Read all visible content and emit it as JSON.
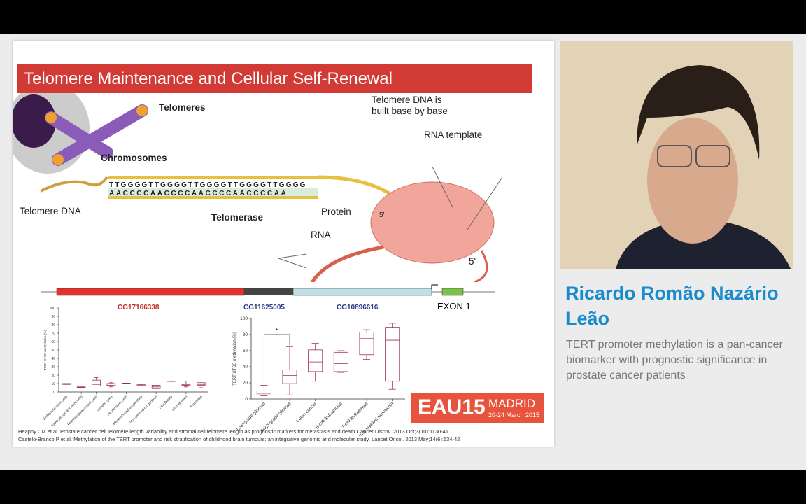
{
  "slide": {
    "title": "Telomere Maintenance and Cellular Self-Renewal",
    "labels": {
      "telomeres": "Telomeres",
      "chromosomes": "Chromosomes",
      "telomere_dna": "Telomere DNA",
      "telomere_dna_built": "Telomere DNA is",
      "telomere_dna_built2": "built base by base",
      "rna_template": "RNA template",
      "telomerase": "Telomerase",
      "protein": "Protein",
      "rna": "RNA",
      "five_prime": "5'",
      "five_prime2": "5'"
    },
    "sequence_top": "TTGGGGTTGGGGTTGGGGTTGGGGTTGGGG",
    "sequence_bottom": "AACCCCAACCCCAACCCCAACCCCAA",
    "gene_labels": {
      "exon": "EXON 1",
      "cg1": "CG17166338",
      "cg2": "CG11625005",
      "cg3": "CG10896616"
    },
    "logo": {
      "text": "EAU15",
      "city": "MADRID",
      "dates": "20-24 March 2015"
    },
    "references": [
      "Heaphy CM et al. Prostate cancer cell telomere length variability and stromal cell telomere length as prognostic markers for metastasis and death.Cancer Discov. 2013 Oct;3(10):1130-41",
      "Castelo-Branco P et al. Methylation of the TERT promoter and risk stratification of childhood brain tumours: an integrative genomic and molecular study. Lancet Oncol. 2013 May;14(6):534-42"
    ]
  },
  "speaker": {
    "name": "Ricardo Romão Nazário Leão",
    "talk_title": "TERT promoter methylation is a pan-cancer biomarker with prognostic significance in prostate cancer patients"
  },
  "colors": {
    "title_bar": "#d23b35",
    "name": "#1a8ccc",
    "box": "#a0304a",
    "eau": "#e8533d"
  },
  "chart_data": [
    {
      "type": "box",
      "ylabel": "TERT UTSS methylation (%)",
      "ylim": [
        0,
        100
      ],
      "yticks": [
        0,
        10,
        20,
        30,
        40,
        50,
        60,
        70,
        80,
        90,
        100
      ],
      "grid": false,
      "categories": [
        "Embryonic stem cells",
        "Induced pluripotent stem cells",
        "Haematopoietic stem cells",
        "Lymphocytes",
        "Neural stem cells",
        "Mesenchymal progenitors",
        "Skin-derived progenitors",
        "Fibroblasts",
        "Normal brain",
        "Placentas"
      ],
      "boxes": [
        [
          9,
          9,
          9.5,
          10,
          10
        ],
        [
          5,
          5,
          5.5,
          6,
          6
        ],
        [
          7,
          7,
          9,
          14,
          17
        ],
        [
          6,
          7,
          8,
          10,
          11
        ],
        [
          10.5,
          10.5,
          10.5,
          10.5,
          10.5
        ],
        [
          8.5,
          8.5,
          8.5,
          8.5,
          8.5
        ],
        [
          4,
          4,
          6,
          8,
          8
        ],
        [
          12.5,
          12.5,
          13,
          13,
          13
        ],
        [
          6,
          8,
          9,
          9,
          13
        ],
        [
          5,
          8,
          9,
          11,
          13
        ]
      ]
    },
    {
      "type": "box",
      "ylabel": "TERT UTSS methylation (%)",
      "ylim": [
        0,
        100
      ],
      "yticks": [
        0,
        20,
        40,
        60,
        80,
        100
      ],
      "grid": false,
      "categories": [
        "Low-grade gliomas",
        "High-grade gliomas",
        "Colon cancer",
        "B-cell leukaemias",
        "T-cell leukaemias",
        "Acute myeloid leukaemia"
      ],
      "boxes": [
        [
          4,
          5,
          7,
          10,
          17
        ],
        [
          5,
          19,
          29,
          36,
          65
        ],
        [
          22,
          34,
          46,
          61,
          69
        ],
        [
          33,
          34,
          44,
          58,
          60
        ],
        [
          49,
          55,
          75,
          83,
          86
        ],
        [
          12,
          22,
          73,
          89,
          94
        ]
      ],
      "annotations": [
        "*"
      ]
    }
  ]
}
